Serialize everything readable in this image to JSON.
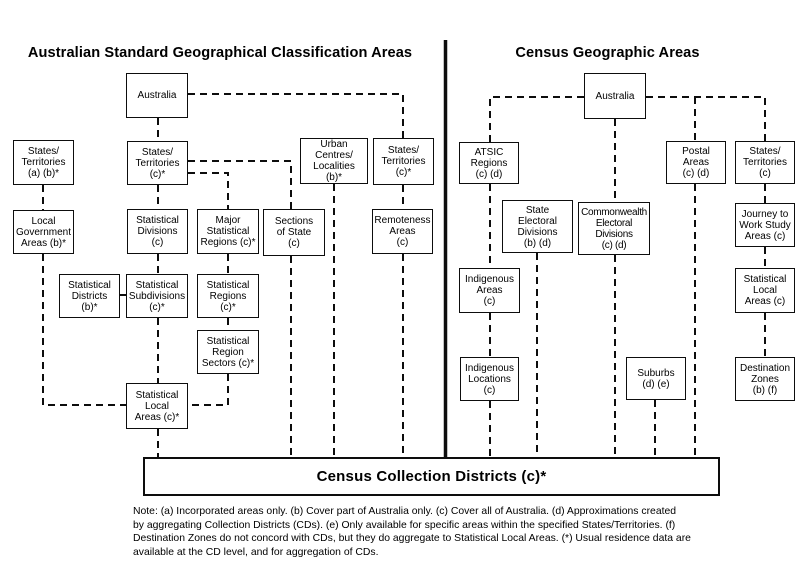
{
  "diagram": {
    "left_title": "Australian Standard Geographical Classification Areas",
    "right_title": "Census Geographic Areas"
  },
  "nodes": {
    "asgc_australia": "Australia",
    "asgc_states_territories_ab": "States/\nTerritories\n(a) (b)*",
    "asgc_states_territories_c": "States/\nTerritories\n(c)*",
    "asgc_urban_centres_localities": "Urban Centres/\nLocalities\n(b)*",
    "asgc_states_territories_c2": "States/\nTerritories\n(c)*",
    "asgc_local_government_areas": "Local\nGovernment\nAreas (b)*",
    "asgc_statistical_divisions": "Statistical\nDivisions\n(c)",
    "asgc_major_statistical_regions": "Major\nStatistical\nRegions (c)*",
    "asgc_sections_of_state": "Sections\nof State\n(c)",
    "asgc_remoteness_areas": "Remoteness\nAreas\n(c)",
    "asgc_statistical_districts": "Statistical\nDistricts\n(b)*",
    "asgc_statistical_subdivisions": "Statistical\nSubdivisions\n(c)*",
    "asgc_statistical_regions": "Statistical\nRegions\n(c)*",
    "asgc_statistical_region_sectors": "Statistical\nRegion\nSectors (c)*",
    "asgc_statistical_local_areas": "Statistical\nLocal\nAreas (c)*",
    "census_australia": "Australia",
    "census_atsic_regions": "ATSIC\nRegions\n(c) (d)",
    "census_postal_areas": "Postal\nAreas\n(c) (d)",
    "census_states_territories": "States/\nTerritories\n(c)",
    "census_state_electoral_divisions": "State\nElectoral\nDivisions\n(b) (d)",
    "census_commonwealth_electoral_divisions": "Commonwealth\nElectoral\nDivisions\n(c) (d)",
    "census_journey_to_work_study_areas": "Journey to\nWork Study\nAreas (c)",
    "census_indigenous_areas": "Indigenous\nAreas\n(c)",
    "census_statistical_local_areas": "Statistical\nLocal\nAreas (c)",
    "census_indigenous_locations": "Indigenous\nLocations\n(c)",
    "census_suburbs": "Suburbs\n(d) (e)",
    "census_destination_zones": "Destination\nZones\n(b) (f)",
    "census_collection_districts": "Census Collection Districts (c)*"
  },
  "note": {
    "lines": [
      "Note: (a) Incorporated areas only. (b) Cover part of Australia only. (c) Cover all of Australia. (d) Approximations created",
      "by aggregating Collection Districts (CDs). (e) Only available for specific areas within the specified States/Territories. (f)",
      "Destination Zones do not concord with CDs, but they do aggregate to Statistical Local Areas. (*) Usual residence data are",
      "available at the CD level, and for aggregation of CDs."
    ]
  },
  "colors": {
    "line": "#000000",
    "background": "#ffffff",
    "text": "#000000"
  }
}
